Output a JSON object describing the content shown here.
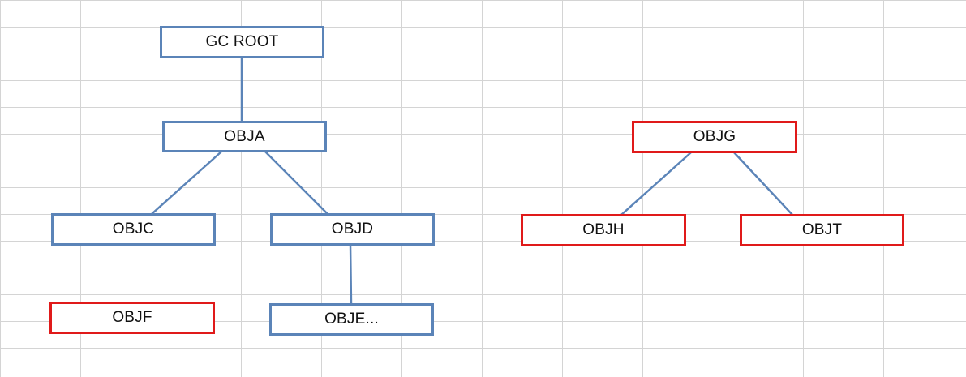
{
  "colors": {
    "reachable_border": "#5b84b8",
    "unreachable_border": "#e01a1a",
    "edge": "#5b84b8",
    "grid": "#d4d4d4"
  },
  "nodes": {
    "gc_root": "GC ROOT",
    "obja": "OBJA",
    "objc": "OBJC",
    "objd": "OBJD",
    "objf": "OBJF",
    "obje": "OBJE...",
    "objg": "OBJG",
    "objh": "OBJH",
    "objt": "OBJT"
  }
}
